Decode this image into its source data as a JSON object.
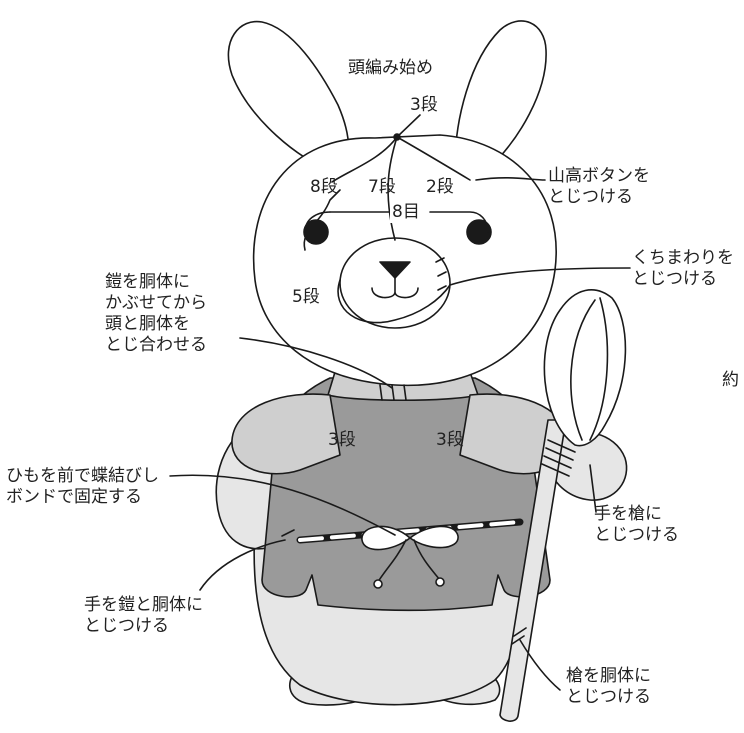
{
  "labels": {
    "head_start": "頭編み始め",
    "row3_top": "3段",
    "row8": "8段",
    "row7": "7段",
    "row2": "2段",
    "stitch8": "8目",
    "row5": "5段",
    "button_note": "山高ボタンを\nとじつける",
    "mouth_note": "くちまわりを\nとじつける",
    "far_right_cut": "約",
    "armor_note": "鎧を胴体に\nかぶせてから\n頭と胴体を\nとじ合わせる",
    "sleeve_left_row": "3段",
    "sleeve_right_row": "3段",
    "ribbon_note": "ひもを前で蝶結びし\nボンドで固定する",
    "hand_spear_note": "手を槍に\nとじつける",
    "hand_armor_note": "手を鎧と胴体に\nとじつける",
    "spear_body_note": "槍を胴体に\nとじつける"
  },
  "colors": {
    "outline": "#1a1a1a",
    "light_fill": "#e6e6e6",
    "armor_fill": "#9a9a9a",
    "sleeve_fill": "#cfcfcf",
    "white": "#ffffff"
  }
}
